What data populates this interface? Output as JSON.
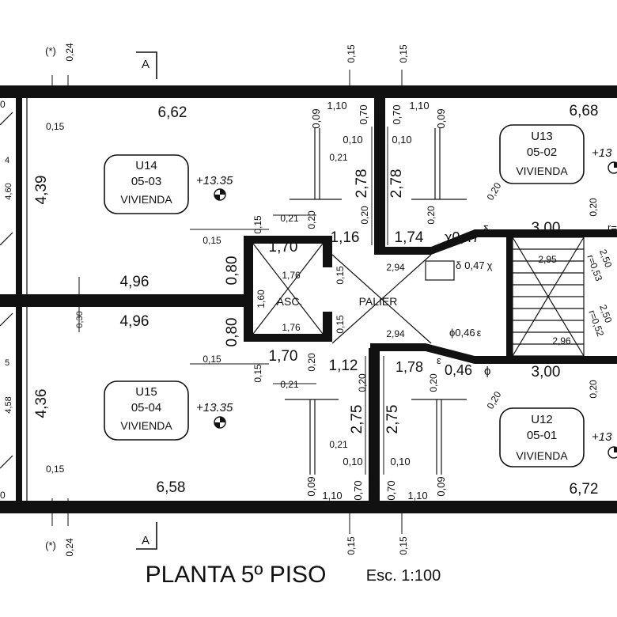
{
  "plan": {
    "title": "PLANTA 5º PISO",
    "scale": "Esc. 1:100",
    "section_mark": "A",
    "note_mark": "(*)"
  },
  "units": [
    {
      "id": "U14",
      "code": "05-03",
      "use": "VIVIENDA",
      "level": "+13.35"
    },
    {
      "id": "U15",
      "code": "05-04",
      "use": "VIVIENDA",
      "level": "+13.35"
    },
    {
      "id": "U13",
      "code": "05-02",
      "use": "VIVIENDA",
      "level": "+13"
    },
    {
      "id": "U12",
      "code": "05-01",
      "use": "VIVIENDA",
      "level": "+13"
    }
  ],
  "rooms": {
    "elevator": "ASC.",
    "landing": "PALIER"
  },
  "dimensions": {
    "top_left_width": "6,62",
    "top_right_width": "6,68",
    "bottom_left_width": "6,58",
    "bottom_right_width": "6,72",
    "u14_depth": "4,39",
    "u15_depth": "4,36",
    "mid_wall_top": "4,96",
    "mid_wall_bottom": "4,96",
    "left_strip_top": "4,60",
    "left_strip_bottom": "4,58",
    "left_edge_top": "4",
    "left_edge_bottom": "5",
    "edge_0_top": "0",
    "edge_0_bottom": "0",
    "wall_030": "0,30",
    "d_015": "0,15",
    "d_024": "0,24",
    "d_009": "0,09",
    "d_010": "0,10",
    "d_021": "0,21",
    "d_020": "0,20",
    "d_070": "0,70",
    "d_110": "1,10",
    "d_080": "0,80",
    "d_170": "1,70",
    "d_116": "1,16",
    "d_112": "1,12",
    "d_174": "1,74",
    "d_178": "1,78",
    "d_278": "2,78",
    "d_275": "2,75",
    "d_176": "1,76",
    "d_160": "1,60",
    "d_294": "2,94",
    "d_047": "0,47",
    "d_046": "0,46",
    "d_300": "3,00",
    "d_295": "2,95",
    "d_296": "2,96",
    "d_250": "2,50",
    "d_r053": "r=0,53",
    "d_r052": "r=0,52",
    "chi": "χ",
    "delta": "δ",
    "phi": "ϕ",
    "eps": "ε",
    "r_partial": "r="
  }
}
